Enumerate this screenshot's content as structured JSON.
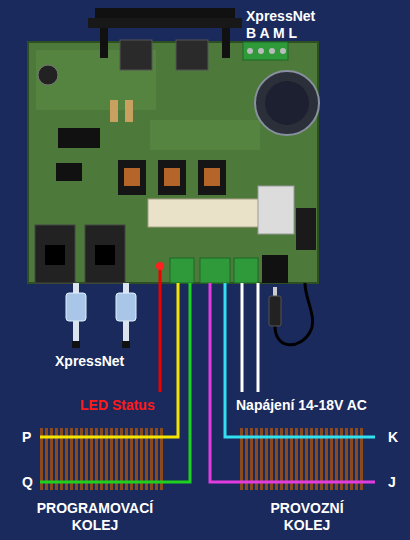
{
  "diagram": {
    "nodes": [
      {
        "text": [
          "XpressNet B A M L"
        ]
      },
      {
        "text": [
          "PROGRAMOVACÍ KOLEJ"
        ]
      },
      {
        "text": [
          "PROVOZNÍ KOLEJ"
        ]
      }
    ],
    "edges": [
      {
        "from": 0,
        "to": 1,
        "arrow": "none"
      },
      {
        "from": 0,
        "to": 1,
        "arrow": "none"
      },
      {
        "from": 0,
        "to": 2,
        "arrow": "none"
      },
      {
        "from": 0,
        "to": 2,
        "arrow": "none"
      }
    ],
    "labels": [
      "XpressNet",
      "LED Status",
      "Napájení 14-18V AC",
      "P",
      "Q",
      "K",
      "J"
    ]
  }
}
